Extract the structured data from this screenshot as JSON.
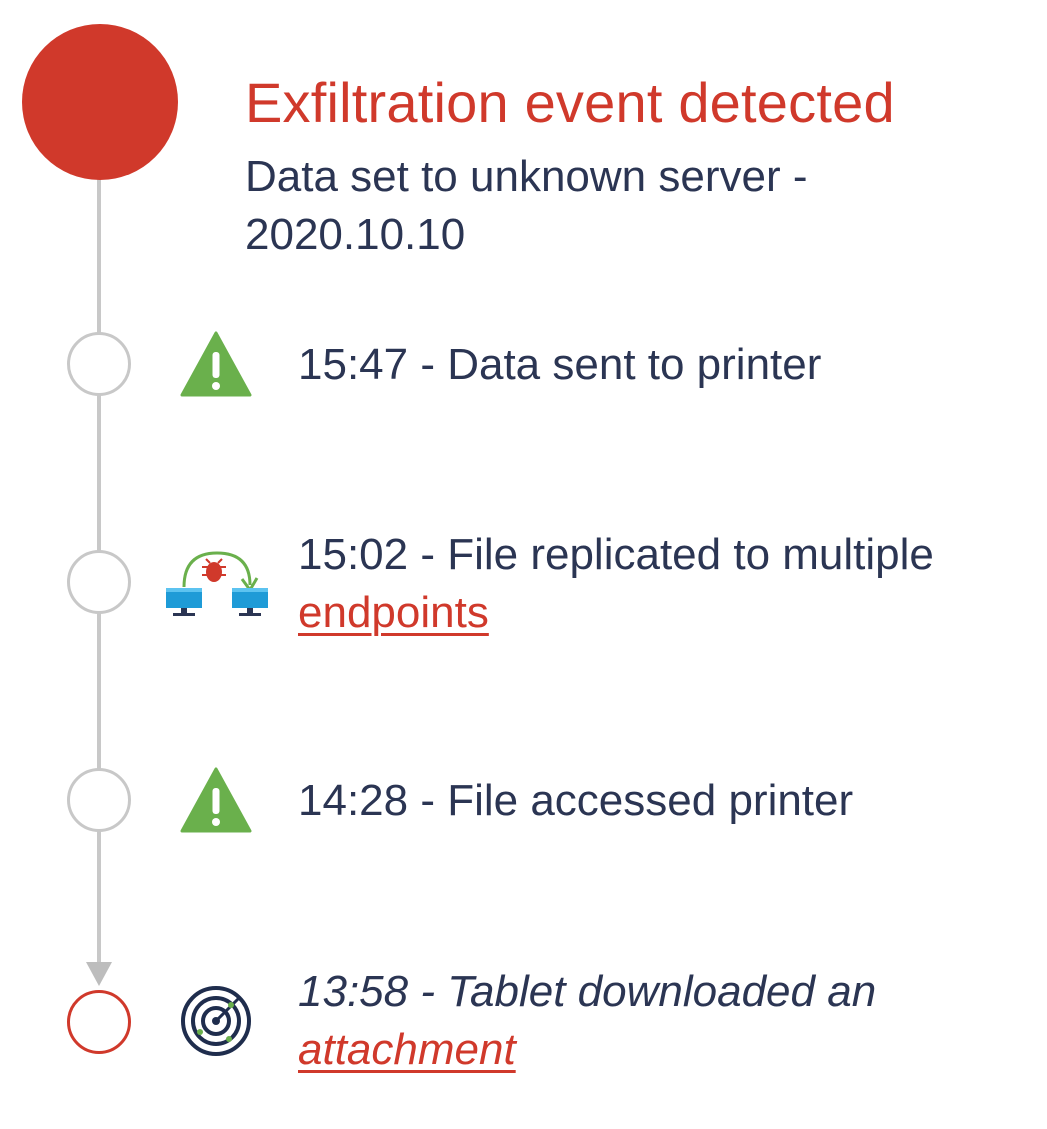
{
  "header": {
    "title": "Exfiltration event detected",
    "subtitle": "Data set to unknown server - 2020.10.10"
  },
  "events": [
    {
      "text": "15:47 - Data sent to printer",
      "link": "",
      "icon": "warning-icon"
    },
    {
      "text": "15:02 - File replicated to multiple",
      "link": "endpoints",
      "icon": "replication-icon"
    },
    {
      "text": "14:28 - File accessed printer",
      "link": "",
      "icon": "warning-icon"
    },
    {
      "text": "13:58 - Tablet downloaded an",
      "link": "attachment",
      "icon": "radar-icon"
    }
  ],
  "colors": {
    "alert_red": "#d0392b",
    "warning_green": "#6ab04c",
    "text_navy": "#2b3553",
    "line_gray": "#c8c8c8",
    "monitor_blue": "#1e9bd7"
  }
}
